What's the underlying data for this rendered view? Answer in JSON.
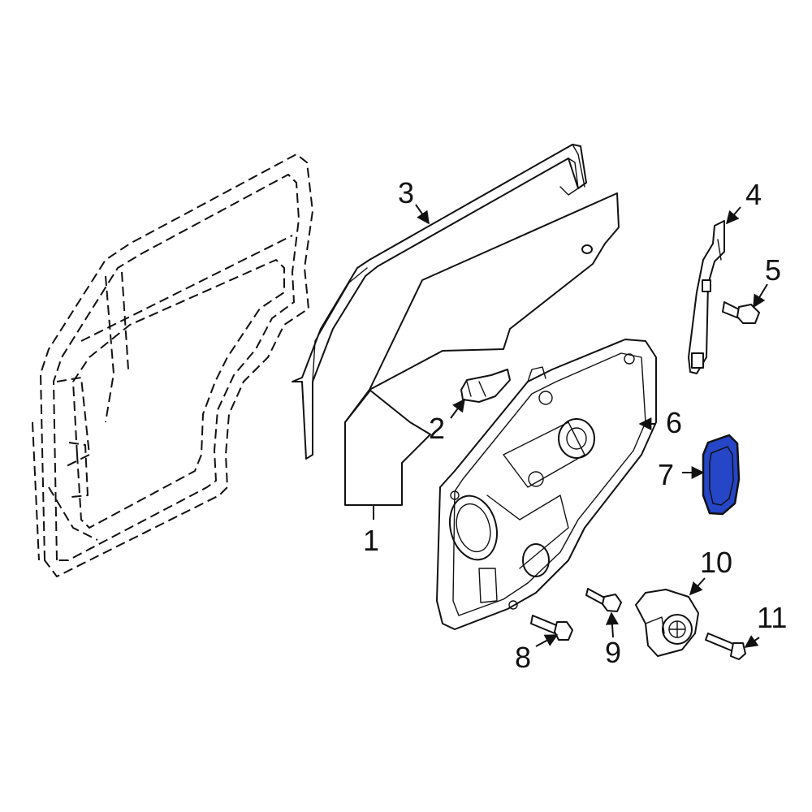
{
  "diagram": {
    "colors": {
      "highlight": "#2646C8",
      "line": "#111111",
      "background": "#FFFFFF"
    },
    "highlighted_part": "7",
    "callouts": [
      {
        "id": "c1",
        "text": "1"
      },
      {
        "id": "c2",
        "text": "2"
      },
      {
        "id": "c3",
        "text": "3"
      },
      {
        "id": "c4",
        "text": "4"
      },
      {
        "id": "c5",
        "text": "5"
      },
      {
        "id": "c6",
        "text": "6"
      },
      {
        "id": "c7",
        "text": "7"
      },
      {
        "id": "c8",
        "text": "8"
      },
      {
        "id": "c9",
        "text": "9"
      },
      {
        "id": "c10",
        "text": "10"
      },
      {
        "id": "c11",
        "text": "11"
      }
    ]
  }
}
